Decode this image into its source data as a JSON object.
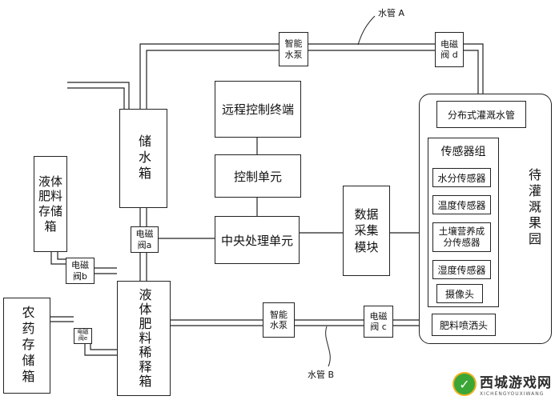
{
  "labels": {
    "pipe_a": "水管 A",
    "pipe_b": "水管 B"
  },
  "boxes": {
    "smart_pump_top": [
      "智能",
      "水泵"
    ],
    "valve_d": [
      "电磁",
      "阀 d"
    ],
    "remote_terminal": "远程控制终端",
    "control_unit": "控制单元",
    "cpu": "中央处理单元",
    "data_module": [
      "数据",
      "采集",
      "模块"
    ],
    "water_tank": "储水箱",
    "liquid_fert_storage": "液体肥料存储箱",
    "valve_a": [
      "电磁",
      "阀a"
    ],
    "valve_b": [
      "电磁",
      "阀b"
    ],
    "pesticide_tank": "农药存储箱",
    "valve_e": [
      "电磁",
      "阀e"
    ],
    "dilution_tank": "液体肥料稀释箱",
    "smart_pump_bottom": [
      "智能",
      "水泵"
    ],
    "valve_c": [
      "电磁",
      "阀 c"
    ],
    "fert_sprayer": "肥料喷洒头",
    "orchard": {
      "label": "待灌溉果园",
      "drip_pipe": "分布式灌溉水管",
      "sensor_group": {
        "title": "传感器组",
        "sensors": [
          "水分传感器",
          "温度传感器",
          [
            "土壤营养成",
            "分传感器"
          ],
          "湿度传感器",
          "摄像头"
        ]
      }
    }
  },
  "watermark": {
    "logo": "✓",
    "name": "西城游戏网",
    "domain": "XICHENGYOUXIWANG"
  }
}
